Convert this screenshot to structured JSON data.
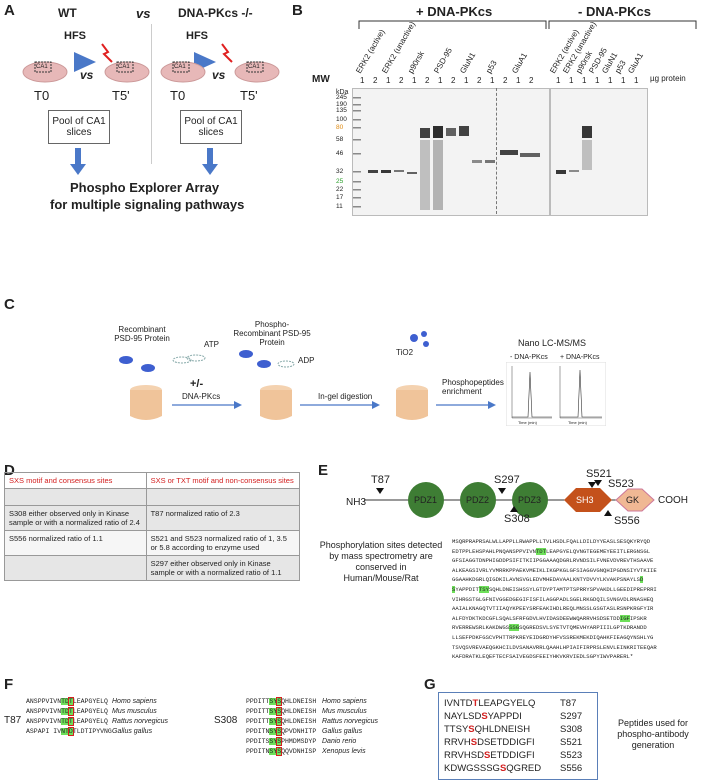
{
  "panel_a": {
    "label": "A",
    "wt": "WT",
    "vs": "vs",
    "ko": "DNA-PKcs -/-",
    "hfs": "HFS",
    "slice": "CA1",
    "t0": "T0",
    "t5": "T5'",
    "pool": "Pool of CA1 slices",
    "arrow_title_1": "Phospho Explorer Array",
    "arrow_title_2": "for multiple signaling pathways"
  },
  "panel_b": {
    "label": "B",
    "plus_header": "+ DNA-PKcs",
    "minus_header": "- DNA-PKcs",
    "mw": "MW",
    "kda": "kDa",
    "ug_protein": "µg protein",
    "ladder": [
      "245",
      "190",
      "135",
      "100",
      "80",
      "58",
      "46",
      "32",
      "25",
      "22",
      "17",
      "11"
    ],
    "plus_lanes": [
      "ERK2 (active)",
      "ERK2 (unactive)",
      "p90rsk",
      "PSD-95",
      "GluN1",
      "p53",
      "GluA1"
    ],
    "minus_lanes": [
      "ERK2 (active)",
      "ERK2 (unactive)",
      "p90rsk",
      "PSD-95",
      "GluN1",
      "p53",
      "GluA1"
    ],
    "amounts_plus": [
      "1",
      "2",
      "1",
      "2",
      "1",
      "2",
      "1",
      "2",
      "1",
      "2",
      "1",
      "2",
      "1",
      "2"
    ],
    "amounts_minus": [
      "1",
      "1",
      "1",
      "1",
      "1",
      "1",
      "1"
    ]
  },
  "panel_c": {
    "label": "C",
    "recombinant": "Recombinant PSD-95 Protein",
    "atp": "ATP",
    "plusminus": "+/-",
    "dnapkcs": "DNA-PKcs",
    "phospho_recombinant": "Phospho-Recombinant PSD-95 Protein",
    "adp": "ADP",
    "ingel": "In-gel digestion",
    "tio2": "TiO2",
    "enrichment": "Phosphopeptides enrichment",
    "ms": "Nano LC-MS/MS",
    "minus_dnapkcs": "- DNA-PKcs",
    "plus_dnapkcs": "+ DNA-PKcs",
    "time_axis": "Time (min)"
  },
  "panel_d": {
    "label": "D",
    "col1": "SXS motif and consensus sites",
    "col2": "SXS or TXT motif and non-consensus sites",
    "rows": [
      [
        "",
        ""
      ],
      [
        "S308 either observed only in Kinase sample or with a normalized ratio of 2.4",
        "T87 normalized ratio of 2.3"
      ],
      [
        "S556 normalized ratio of 1.1",
        "S521 and S523 normalized ratio of 1, 3.5 or 5.8 according to enzyme used"
      ],
      [
        "",
        "S297 either observed only in Kinase sample or with a normalized ratio of 1.1"
      ]
    ]
  },
  "panel_e": {
    "label": "E",
    "nh3": "NH3",
    "cooh": "COOH",
    "domains": [
      "PDZ1",
      "PDZ2",
      "PDZ3",
      "SH3",
      "GK"
    ],
    "sites": [
      "T87",
      "S297",
      "S308",
      "S521",
      "S523",
      "S556"
    ],
    "caption": "Phosphorylation sites detected by mass spectrometry are conserved in Human/Mouse/Rat",
    "sequence": [
      "MSQRPRAPRSALWLLAPPLLRWAPPLLTVLHSDLFQALLDILDYYEASLSESQKYRYQD",
      "EDTPPLEHSPAHLPNQANSPPVIVNTDTLEAPGYELQVNGTEGEMEYEEITLERGNSGL",
      "GFSIAGGTDNPHIGDDPSIFITKIIPGGAAAQDGRLRVNDSILFVNEVDVREVTHSAAVE",
      "ALKEAGSIVRLYVMRRKPPAEKVMEIKLIKGPKGLGFSIAGGVGNQHIPGDNSIYVTKIIE",
      "GGAAHKDGRLQIGDKILAVNSVGLEDVMHEDAVAALKNTYDVVYLKVAKPSNAYLSD",
      "SYAPPDITTSYSQHLDNEISHSSYLGTDYPTAMTPTSPRRYSPVAKDLLGEEDIPREPRRI",
      "VIHRGSTGLGFNIVGGEDGEGIFISFILAGGPADLSGELRKGDQILSVNGVDLRNASHEQ",
      "AAIALKNAGQTVTIIAQYKPEEYSRFEAKIHDLREQLMNSSLGSGTASLRSNPKRGFYIR",
      "ALFDYDKTKDCGFLSQALSFRFGDVLHVIDASDEEWWQARRVHSDSETDDIGFIPSKR",
      "RVERREWSRLKAKDWGSSSGSQGREDSVLSYETVTQMEVHYARPIIILGPTKDRANDD",
      "LLSEFPDKFGSCVPHTTRPKREYEIDGRDYHFVSSREKMEKDIQAHKFIEAGQYNSHLYG",
      "TSVQSVREVAEQGKHCILDVSANAVRRLQAAHLHPIAIFIRPRSLENVLEINKRITEEQAR",
      "KAFDRATKLEQEFTECFSAIVEGDSFEEIYHKVKRVIEDLSGPYIWVPARERL*"
    ]
  },
  "panel_f": {
    "label": "F",
    "t87_label": "T87",
    "t87_seqs": [
      "ANSPPVIVNTDTLEAPGYELQ",
      "ANSPPVIVNTDTLEAPGYELQ",
      "ANSPPVIVNTDTLEAPGYELQ",
      "ASPAPI IVNTDTLDTIPYVNG"
    ],
    "t87_species": [
      "Homo sapiens",
      "Mus musculus",
      "Rattus norvegicus",
      "Gallus gallus"
    ],
    "s308_label": "S308",
    "s308_seqs": [
      "PPDITTSYSQHLDNEISH",
      "PPDITTSYSQHLDNEISH",
      "PPDITTSYSQHLDNEISH",
      "PPDITNSYSQPVDNHITP",
      "PPDITSSYSPHMDMSDYP",
      "PPDITNSYSQQVDNHISP"
    ],
    "s308_species": [
      "Homo sapiens",
      "Mus musculus",
      "Rattus norvegicus",
      "Gallus gallus",
      "Danio rerio",
      "Xenopus levis"
    ]
  },
  "panel_g": {
    "label": "G",
    "peptides": [
      {
        "pre": "IVNTD",
        "site": "T",
        "post": "LEAPGYELQ",
        "name": "T87"
      },
      {
        "pre": "NAYLSD",
        "site": "S",
        "post": "YAPPDI",
        "name": "S297"
      },
      {
        "pre": "TTSY",
        "site": "S",
        "post": "QHLDNEISH",
        "name": "S308"
      },
      {
        "pre": "RRVH",
        "site": "S",
        "post": "DSETDDIGFI",
        "name": "S521"
      },
      {
        "pre": "RRVHSD",
        "site": "S",
        "post": "ETDDIGFI",
        "name": "S523"
      },
      {
        "pre": "KDWGSSSG",
        "site": "S",
        "post": "QGRED",
        "name": "S556"
      }
    ],
    "caption": "Peptides used for phospho-antibody generation"
  },
  "colors": {
    "pdz": "#3e7d34",
    "sh3": "#c4511b",
    "gk": "#f0b894",
    "highlight": "#6ee05a",
    "red_text": "#d32020",
    "blue_arrow": "#4a78c8"
  }
}
